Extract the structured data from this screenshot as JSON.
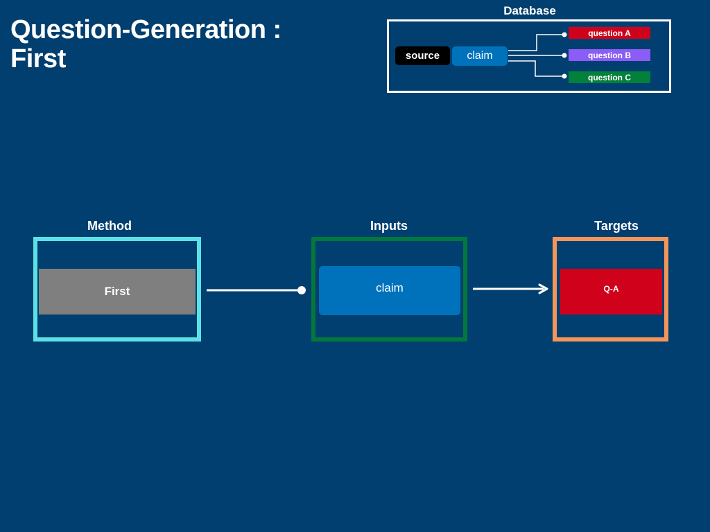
{
  "title": {
    "line1": "Question-Generation :",
    "line2": "First"
  },
  "database": {
    "label": "Database",
    "source": "source",
    "claim": "claim",
    "questions": [
      "question A",
      "question B",
      "question C"
    ]
  },
  "method": {
    "label": "Method",
    "value": "First"
  },
  "inputs": {
    "label": "Inputs",
    "value": "claim"
  },
  "targets": {
    "label": "Targets",
    "value": "Q-A"
  },
  "colors": {
    "background": "#003F6F",
    "method_border": "#5CE1E6",
    "inputs_border": "#03773C",
    "targets_border": "#F4965A",
    "claim_fill": "#0072BB",
    "question_a": "#D0021B",
    "question_b": "#8B5CF6",
    "question_c": "#03803C",
    "method_fill": "#7F7F7F"
  }
}
